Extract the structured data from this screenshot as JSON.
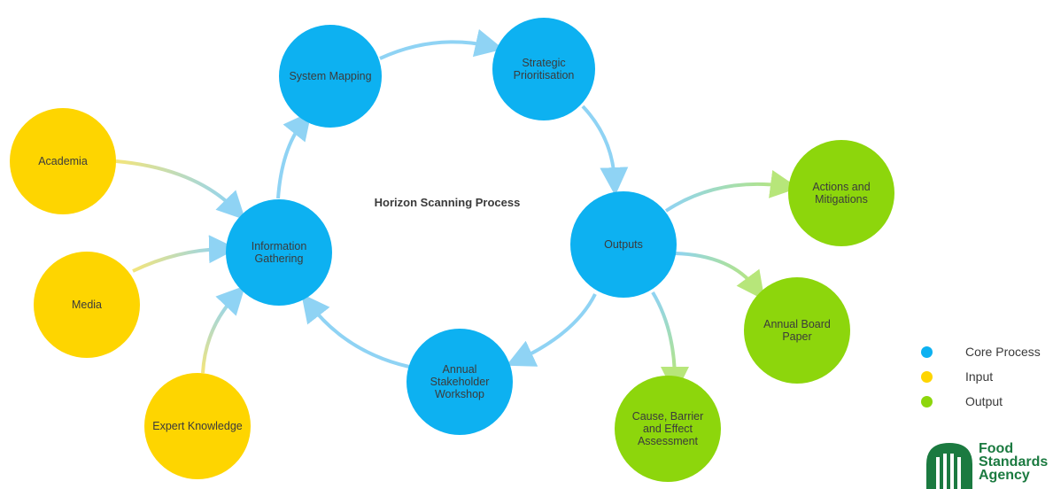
{
  "title": "Horizon Scanning Process",
  "nodes": {
    "system_mapping": "System Mapping",
    "strategic_prioritisation": "Strategic Prioritisation",
    "information_gathering": "Information\nGathering",
    "outputs": "Outputs",
    "annual_stakeholder_workshop": "Annual Stakeholder\nWorkshop",
    "academia": "Academia",
    "media": "Media",
    "expert_knowledge": "Expert Knowledge",
    "actions_and_mitigations": "Actions and\nMitigations",
    "annual_board_paper": "Annual Board\nPaper",
    "cause_barrier_effect": "Cause, Barrier\nand Effect\nAssessment"
  },
  "legend": [
    {
      "label": "Core Process",
      "color": "#0db1f1"
    },
    {
      "label": "Input",
      "color": "#fed500"
    },
    {
      "label": "Output",
      "color": "#8dd60c"
    }
  ],
  "logo": {
    "line1": "Food",
    "line2": "Standards",
    "line3": "Agency"
  },
  "colors": {
    "core": "#0db1f1",
    "input": "#fed500",
    "output": "#8dd60c",
    "arrow_blue": "#8fd3f4",
    "brand_green": "#1b7a40"
  }
}
